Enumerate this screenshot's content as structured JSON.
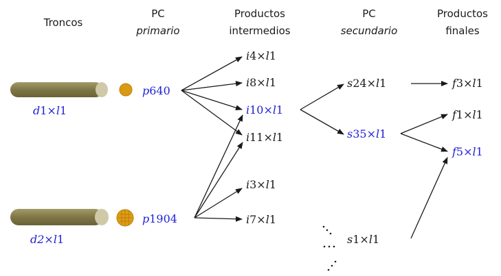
{
  "headers": {
    "troncos": "Troncos",
    "pc_primario_1": "PC",
    "pc_primario_2": "primario",
    "intermedios_1": "Productos",
    "intermedios_2": "intermedios",
    "pc_secundario_1": "PC",
    "pc_secundario_2": "secundario",
    "finales_1": "Productos",
    "finales_2": "finales"
  },
  "logs": [
    {
      "prefix": "d",
      "rest": "1×",
      "suffix_it": "l",
      "tail": "1",
      "color": "#1f1fd6"
    },
    {
      "prefix": "d",
      "rest": "2×",
      "suffix_it": "l",
      "tail": "1",
      "color": "#1f1fd6"
    }
  ],
  "primary": [
    {
      "prefix": "p",
      "rest": "640",
      "color": "#1f1fd6"
    },
    {
      "prefix": "p",
      "rest": "1904",
      "color": "#1f1fd6"
    }
  ],
  "intermediates": [
    {
      "prefix": "i",
      "rest": "4×",
      "suffix_it": "l",
      "tail": "1",
      "color": "#1a1a1a"
    },
    {
      "prefix": "i",
      "rest": "8×",
      "suffix_it": "l",
      "tail": "1",
      "color": "#1a1a1a"
    },
    {
      "prefix": "i",
      "rest": "10×",
      "suffix_it": "l",
      "tail": "1",
      "color": "#1f1fd6"
    },
    {
      "prefix": "i",
      "rest": "11×",
      "suffix_it": "l",
      "tail": "1",
      "color": "#1a1a1a"
    },
    {
      "prefix": "i",
      "rest": "3×",
      "suffix_it": "l",
      "tail": "1",
      "color": "#1a1a1a"
    },
    {
      "prefix": "i",
      "rest": "7×",
      "suffix_it": "l",
      "tail": "1",
      "color": "#1a1a1a"
    }
  ],
  "secondary": [
    {
      "prefix": "s",
      "rest": "24×",
      "suffix_it": "l",
      "tail": "1",
      "color": "#1a1a1a"
    },
    {
      "prefix": "s",
      "rest": "35×",
      "suffix_it": "l",
      "tail": "1",
      "color": "#1f1fd6"
    },
    {
      "prefix": "s",
      "rest": "1×",
      "suffix_it": "l",
      "tail": "1",
      "color": "#1a1a1a"
    }
  ],
  "finals": [
    {
      "prefix": "f",
      "rest": "3×",
      "suffix_it": "l",
      "tail": "1",
      "color": "#1a1a1a"
    },
    {
      "prefix": "f",
      "rest": "1×",
      "suffix_it": "l",
      "tail": "1",
      "color": "#1a1a1a"
    },
    {
      "prefix": "f",
      "rest": "5×",
      "suffix_it": "l",
      "tail": "1",
      "color": "#1f1fd6"
    }
  ],
  "colors": {
    "log_body": "#8a8152",
    "log_end": "#cfc9a8",
    "pc_disc": "#d99a12",
    "accent_blue": "#1f1fd6"
  }
}
